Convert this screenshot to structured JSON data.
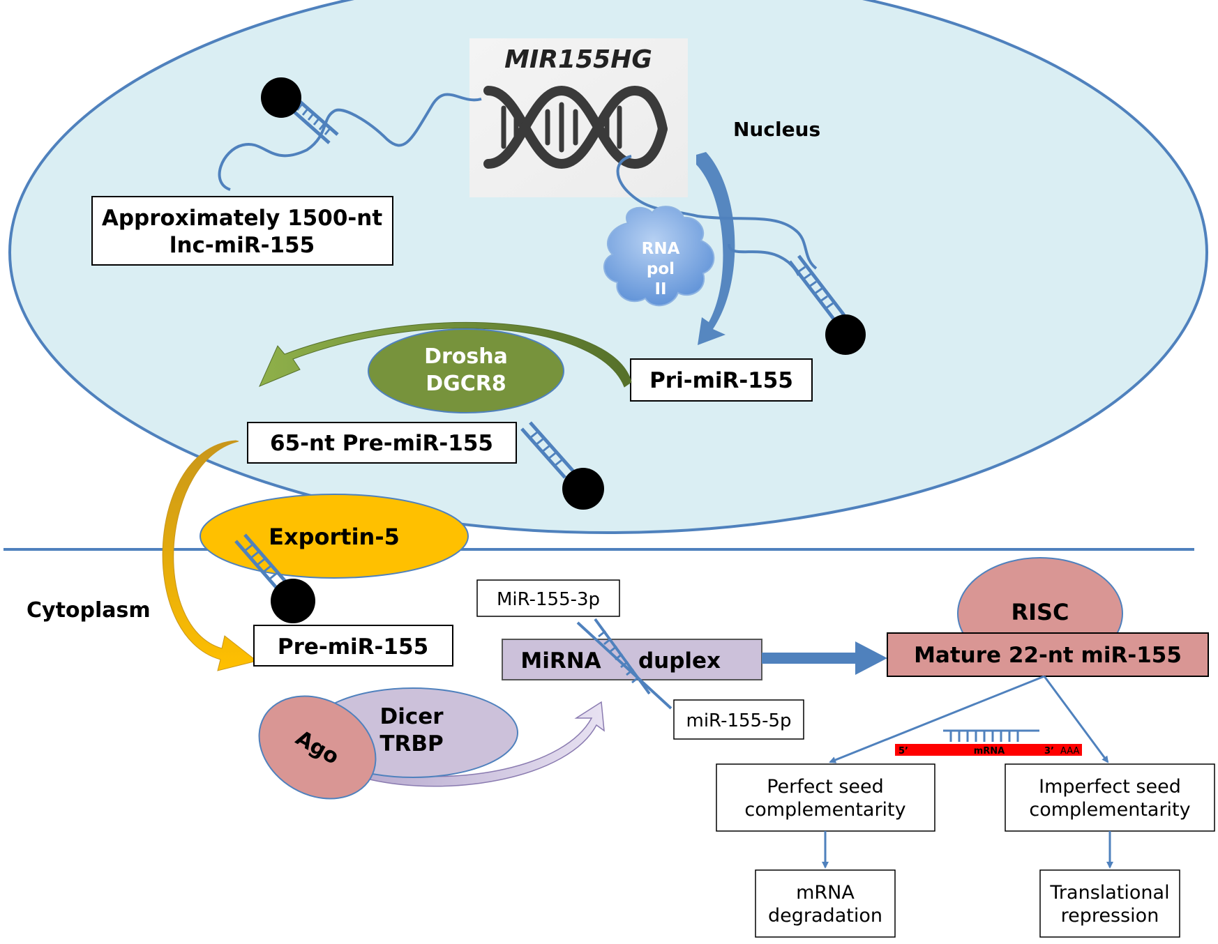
{
  "gene": {
    "name": "MIR155HG"
  },
  "compartments": {
    "nucleus": "Nucleus",
    "cytoplasm": "Cytoplasm"
  },
  "boxes": {
    "lnc_line1": "Approximately 1500-nt",
    "lnc_line2": "lnc-miR-155",
    "pri": "Pri-miR-155",
    "pre_nuclear": "65-nt Pre-miR-155",
    "pre_cyto": "Pre-miR-155",
    "mir3p": "MiR-155-3p",
    "mir5p": "miR-155-5p",
    "duplex_left": "MiRNA",
    "duplex_right": "duplex",
    "mature": "Mature 22-nt miR-155",
    "perfect_line1": "Perfect seed",
    "perfect_line2": "complementarity",
    "imperfect_line1": "Imperfect seed",
    "imperfect_line2": "complementarity",
    "degradation_line1": "mRNA",
    "degradation_line2": "degradation",
    "repression_line1": "Translational",
    "repression_line2": "repression"
  },
  "proteins": {
    "polymerase_line1": "RNA",
    "polymerase_line2": "pol",
    "polymerase_line3": "II",
    "drosha": "Drosha",
    "dgcr8": "DGCR8",
    "exportin": "Exportin-5",
    "dicer": "Dicer",
    "trbp": "TRBP",
    "ago": "Ago",
    "risc": "RISC"
  },
  "mrna_bar": {
    "five_prime": "5’",
    "label": "mRNA",
    "three_prime": "3’",
    "polyA": "AAA"
  },
  "colors": {
    "nucleus_fill": "#DAEEF3",
    "outline_blue": "#4F81BD",
    "drosha_green": "#77933C",
    "exportin_yellow": "#FFC000",
    "dicer_lavender": "#CCC1DA",
    "ago_rose": "#D99694",
    "mrna_red": "#FF0000",
    "polymerase_blue": "#8DB3E2"
  }
}
